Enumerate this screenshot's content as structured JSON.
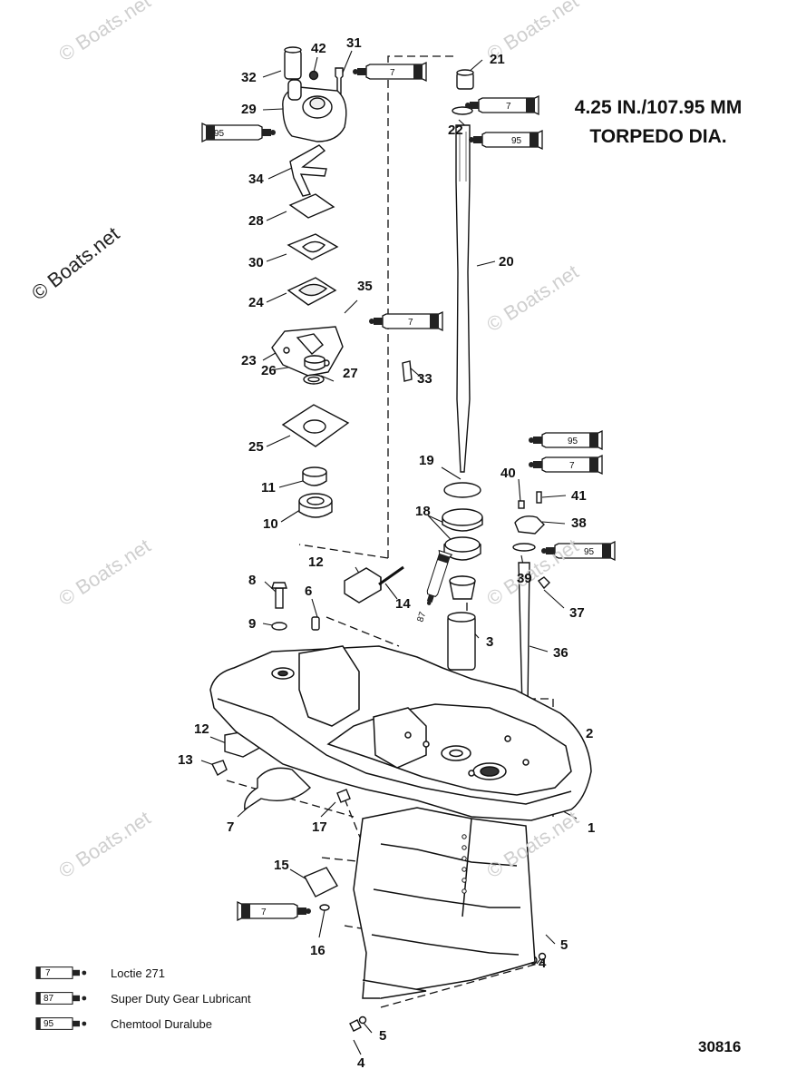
{
  "watermark": "© Boats.net",
  "specification": {
    "line1": "4.25 IN./107.95 MM",
    "line2": "TORPEDO DIA."
  },
  "figure_number": "30816",
  "legend": [
    {
      "code": "7",
      "text": "Loctie 271"
    },
    {
      "code": "87",
      "text": "Super Duty Gear Lubricant"
    },
    {
      "code": "95",
      "text": "Chemtool Duralube"
    }
  ],
  "callouts": {
    "n1": "1",
    "n2": "2",
    "n3": "3",
    "n4a": "4",
    "n4b": "4",
    "n5a": "5",
    "n5b": "5",
    "n6": "6",
    "n7a": "7",
    "n8": "8",
    "n9": "9",
    "n10": "10",
    "n11": "11",
    "n12a": "12",
    "n12b": "12",
    "n13": "13",
    "n14": "14",
    "n15": "15",
    "n16": "16",
    "n17": "17",
    "n18": "18",
    "n19": "19",
    "n20": "20",
    "n21": "21",
    "n22": "22",
    "n23": "23",
    "n24": "24",
    "n25": "25",
    "n26": "26",
    "n27": "27",
    "n28": "28",
    "n29": "29",
    "n30": "30",
    "n31": "31",
    "n32": "32",
    "n33": "33",
    "n34": "34",
    "n35": "35",
    "n36": "36",
    "n37": "37",
    "n38": "38",
    "n39": "39",
    "n40": "40",
    "n41": "41",
    "n42": "42"
  },
  "sealant_tubes": {
    "t_31": "7",
    "t_29": "95",
    "t_22a": "7",
    "t_22b": "95",
    "t_35": "7",
    "t_40a": "95",
    "t_40b": "7",
    "t_39": "95",
    "t_18": "87",
    "t_16": "7"
  }
}
